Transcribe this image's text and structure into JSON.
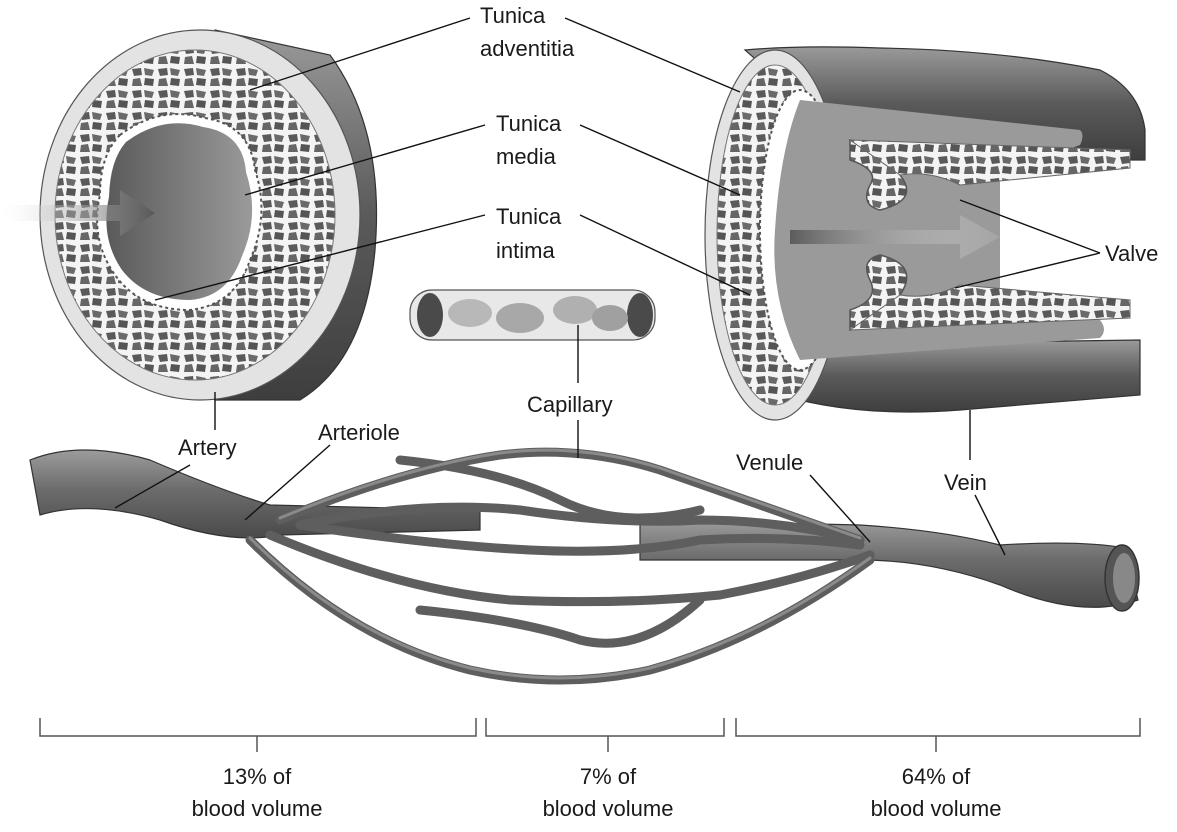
{
  "labels": {
    "tunica_adventitia": [
      "Tunica",
      "adventitia"
    ],
    "tunica_media": [
      "Tunica",
      "media"
    ],
    "tunica_intima": [
      "Tunica",
      "intima"
    ],
    "valve": "Valve",
    "capillary": "Capillary",
    "artery": "Artery",
    "arteriole": "Arteriole",
    "venule": "Venule",
    "vein": "Vein"
  },
  "blood_volume": [
    {
      "line1": "13% of",
      "line2": "blood volume"
    },
    {
      "line1": "7% of",
      "line2": "blood volume"
    },
    {
      "line1": "64% of",
      "line2": "blood volume"
    }
  ]
}
